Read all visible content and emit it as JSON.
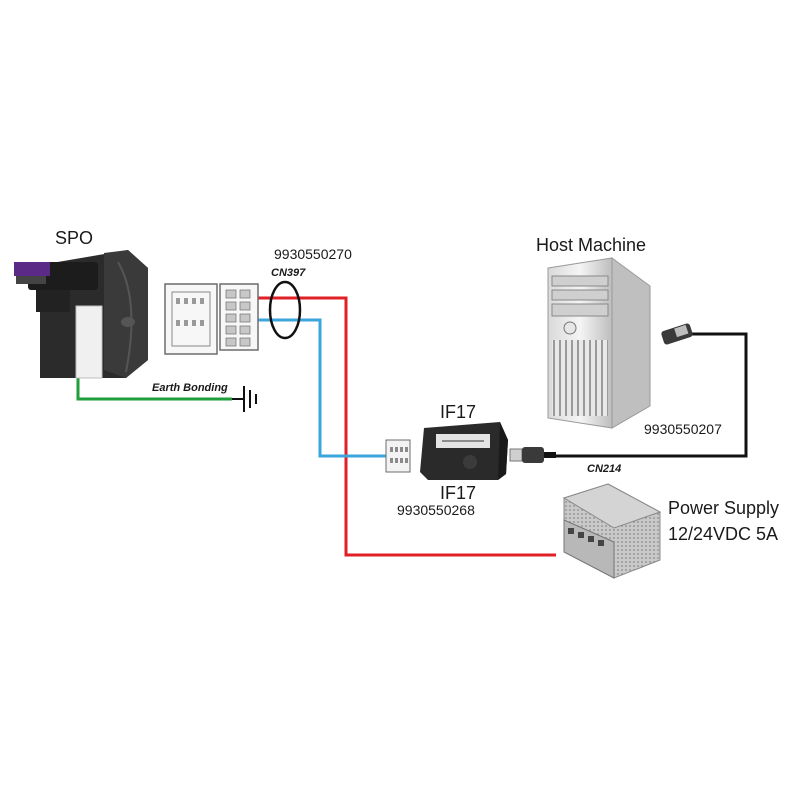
{
  "labels": {
    "spo": "SPO",
    "host_machine": "Host Machine",
    "if17_top": "IF17",
    "if17_bottom": "IF17",
    "power_supply_line1": "Power Supply",
    "power_supply_line2": "12/24VDC 5A",
    "earth_bonding": "Earth Bonding",
    "cn397": "CN397",
    "cn214": "CN214",
    "part_cable_main": "9930550270",
    "part_usb_cable": "9930550207",
    "part_if17": "9930550268"
  },
  "colors": {
    "power_wire": "#e11f26",
    "data_wire": "#3aa6dc",
    "earth_wire": "#1f9e3a",
    "usb_cable": "#111111"
  }
}
